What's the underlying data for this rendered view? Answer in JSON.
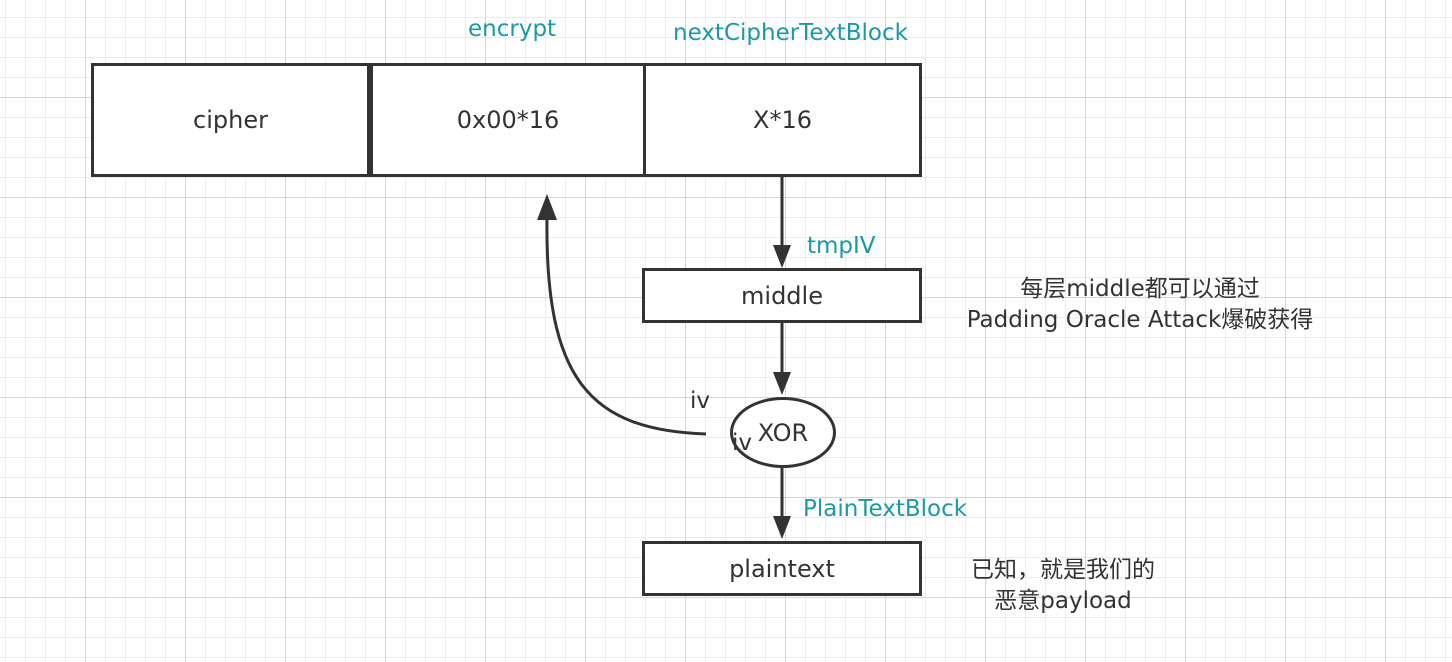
{
  "boxes": {
    "cipher": "cipher",
    "encrypt_block": "0x00*16",
    "next_block": "X*16",
    "middle": "middle",
    "xor": "XOR",
    "plaintext": "plaintext"
  },
  "labels": {
    "encrypt": "encrypt",
    "next_cipher_text_block": "nextCipherTextBlock",
    "tmp_iv": "tmpIV",
    "plain_text_block": "PlainTextBlock",
    "iv_top": "iv",
    "iv_bottom": "iv"
  },
  "notes": {
    "middle_note_line1": "每层middle都可以通过",
    "middle_note_line2": "Padding Oracle Attack爆破获得",
    "plaintext_note_line1": "已知，就是我们的",
    "plaintext_note_line2": "恶意payload"
  },
  "colors": {
    "stroke": "#333333",
    "label_teal": "#1a9aa6",
    "grid": "#d6d6d6"
  }
}
